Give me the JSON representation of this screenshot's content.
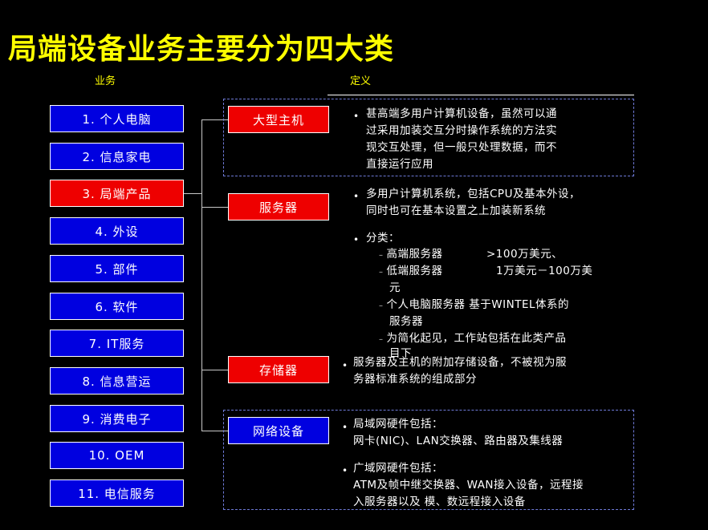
{
  "title": "局端设备业务主要分为四大类",
  "headers": {
    "business": "业务",
    "definition": "定义"
  },
  "business_items": [
    "1. 个人电脑",
    "2. 信息家电",
    "3. 局端产品",
    "4. 外设",
    "5. 部件",
    "6. 软件",
    "7. IT服务",
    "8. 信息营运",
    "9. 消费电子",
    "10. OEM",
    "11. 电信服务"
  ],
  "categories": [
    "大型主机",
    "服务器",
    "存储器",
    "网络设备"
  ],
  "definitions": {
    "mainframe": [
      "甚高端多用户计算机设备，虽然可以通",
      "过采用加装交互分时操作系统的方法实",
      "现交互处理，但一般只处理数据，而不",
      "直接运行应用"
    ],
    "server_1": [
      "多用户计算机系统，包括CPU及基本外设，",
      "同时也可在基本设置之上加装新系统"
    ],
    "server_2_head": "分类：",
    "server_2_items": [
      [
        "高端服务器",
        ">100万美元、"
      ],
      [
        "低端服务器",
        "1万美元－100万美",
        "元"
      ],
      [
        "个人电脑服务器 基于WINTEL体系的",
        "服务器"
      ],
      [
        "为简化起见，工作站包括在此类产品",
        "目下"
      ]
    ],
    "storage": [
      "服务器及主机的附加存储设备，不被视为服",
      "务器标准系统的组成部分"
    ],
    "network_1": [
      "局域网硬件包括：",
      "网卡(NIC)、LAN交换器、路由器及集线器"
    ],
    "network_2": [
      "广域网硬件包括：",
      "ATM及帧中继交换器、WAN接入设备，远程接",
      "入服务器以及 模、数远程接入设备"
    ]
  },
  "bullet_glyph": "•",
  "dash_glyph": "–",
  "colors": {
    "title": "#ffff00",
    "blue_box": "#0000e0",
    "red_box": "#ee0000",
    "dashed": "#6e7ad8"
  }
}
